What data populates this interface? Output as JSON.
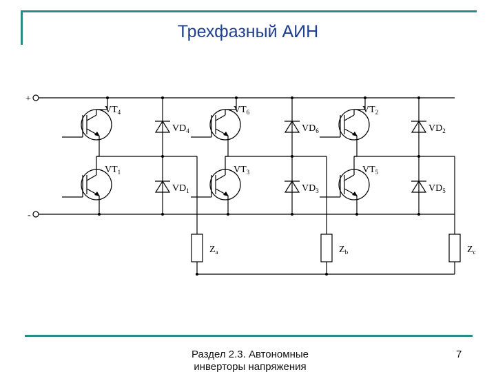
{
  "slide": {
    "title": "Трехфазный АИН",
    "footer": "Раздел 2.3. Автономные инверторы напряжения",
    "page_number": "7"
  },
  "terminals": {
    "plus": "+",
    "minus": "-"
  },
  "transistors": [
    {
      "base": "VT",
      "sub": "4"
    },
    {
      "base": "VT",
      "sub": "1"
    },
    {
      "base": "VT",
      "sub": "6"
    },
    {
      "base": "VT",
      "sub": "3"
    },
    {
      "base": "VT",
      "sub": "2"
    },
    {
      "base": "VT",
      "sub": "5"
    }
  ],
  "diodes": [
    {
      "base": "VD",
      "sub": "4"
    },
    {
      "base": "VD",
      "sub": "1"
    },
    {
      "base": "VD",
      "sub": "6"
    },
    {
      "base": "VD",
      "sub": "3"
    },
    {
      "base": "VD",
      "sub": "2"
    },
    {
      "base": "VD",
      "sub": "5"
    }
  ],
  "loads": [
    {
      "base": "Z",
      "sub": "a"
    },
    {
      "base": "Z",
      "sub": "b"
    },
    {
      "base": "Z",
      "sub": "c"
    }
  ]
}
